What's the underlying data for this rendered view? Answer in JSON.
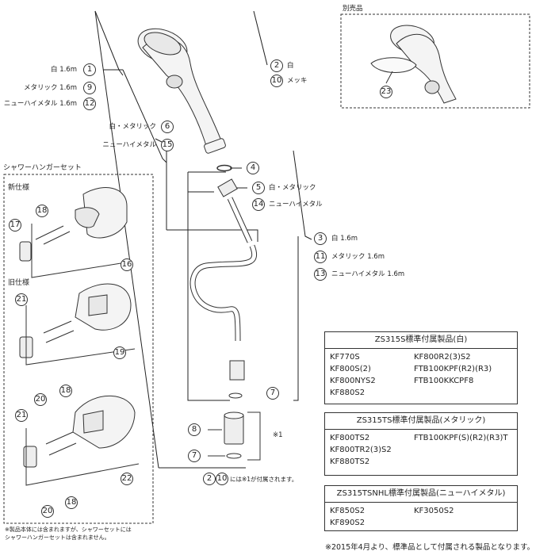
{
  "left_labels": {
    "white": "白 1.6m",
    "metallic": "メタリック 1.6m",
    "new_heimetal": "ニューハイメタル 1.6m",
    "white_metallic_6": "白・メタリック",
    "new_heimetal_15": "ニューハイメタル"
  },
  "head_labels": {
    "white": "白",
    "plated": "メッキ"
  },
  "hose_labels": {
    "white_metallic_5": "白・メタリック",
    "new_heimetal_14": "ニューハイメタル",
    "white": "白 1.6m",
    "metallic": "メタリック 1.6m",
    "new_heimetal": "ニューハイメタル 1.6m"
  },
  "sold_separately": "別売品",
  "hanger_set": {
    "title": "シャワーハンガーセット",
    "new_model": "新仕様",
    "old_model": "旧仕様"
  },
  "numbers": {
    "n1": "1",
    "n2": "2",
    "n3": "3",
    "n4": "4",
    "n5": "5",
    "n6": "6",
    "n7": "7",
    "n8": "8",
    "n9": "9",
    "n10": "10",
    "n11": "11",
    "n12": "12",
    "n13": "13",
    "n14": "14",
    "n15": "15",
    "n16": "16",
    "n17": "17",
    "n18": "18",
    "n19": "19",
    "n20": "20",
    "n21": "21",
    "n22": "22",
    "n23": "23"
  },
  "adapter": {
    "note_mark": "※1",
    "note_suffix": "には※1が付属されます。"
  },
  "hanger_footnote": {
    "line1": "※製品本体には含まれますが、シャワーセットには",
    "line2": "シャワーハンガーセットは含まれません。"
  },
  "tables": {
    "white": {
      "title": "ZS315S標準付属製品(白)",
      "col1": [
        "KF770S",
        "KF800S(2)",
        "KF800NYS2",
        "KF880S2"
      ],
      "col2": [
        "KF800R2(3)S2",
        "FTB100KPF(R2)(R3)",
        "FTB100KKCPF8"
      ]
    },
    "metallic": {
      "title": "ZS315TS標準付属製品(メタリック)",
      "col1": [
        "KF800TS2",
        "KF800TR2(3)S2",
        "KF880TS2"
      ],
      "col2": [
        "FTB100KPF(S)(R2)(R3)T"
      ]
    },
    "new_heimetal": {
      "title": "ZS315TSNHL標準付属製品(ニューハイメタル)",
      "col1": [
        "KF850S2",
        "KF890S2"
      ],
      "col2": [
        "KF3050S2"
      ]
    }
  },
  "bottom_note": "※2015年4月より、標準品として付属される製品となります。"
}
